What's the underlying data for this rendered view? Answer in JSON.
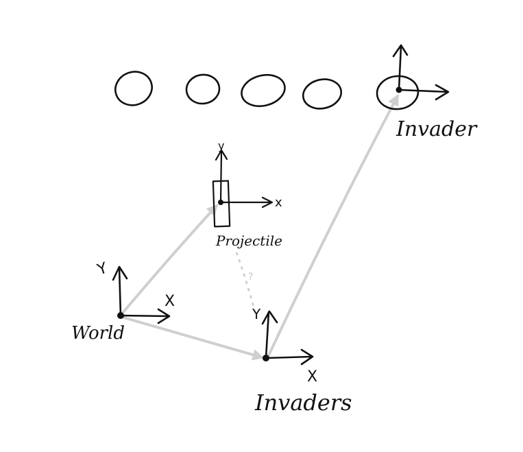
{
  "diagram": {
    "frames": [
      {
        "id": "world",
        "label": "World",
        "x_axis": "X",
        "y_axis": "Y"
      },
      {
        "id": "invaders",
        "label": "Invaders",
        "x_axis": "X",
        "y_axis": "Y"
      },
      {
        "id": "projectile",
        "label": "Projectile",
        "x_axis": "x",
        "y_axis": "y"
      },
      {
        "id": "invader",
        "label": "Invader"
      }
    ],
    "relations": [
      {
        "from": "world",
        "to": "invaders",
        "style": "solid"
      },
      {
        "from": "world",
        "to": "projectile",
        "style": "solid"
      },
      {
        "from": "invaders",
        "to": "invader",
        "style": "solid"
      },
      {
        "from": "invaders",
        "to": "projectile",
        "style": "dotted",
        "label": "?"
      }
    ],
    "colors": {
      "ink": "#111111",
      "relation_arrow": "#cfcfcf"
    }
  }
}
